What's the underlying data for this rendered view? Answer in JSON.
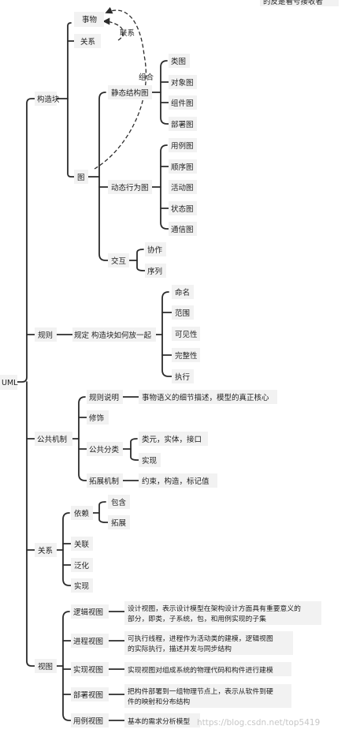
{
  "corner_fragment": "的反是看号接收者",
  "root": "UML",
  "build_blocks": {
    "label": "构造块",
    "thing": "事物",
    "relation": "关系",
    "diagram": "图",
    "association_label": "联系",
    "combine_label": "组合",
    "static": {
      "label": "静态结构图",
      "items": [
        "类图",
        "对象图",
        "组件图",
        "部署图"
      ]
    },
    "dynamic": {
      "label": "动态行为图",
      "items": [
        "用例图",
        "顺序图",
        "活动图",
        "状态图",
        "通信图"
      ]
    },
    "interaction": {
      "label": "交互",
      "items": [
        "协作",
        "序列"
      ]
    }
  },
  "rules": {
    "label": "规则",
    "sub": "规定 构造块如何放一起",
    "items": [
      "命名",
      "范围",
      "可见性",
      "完整性",
      "执行"
    ]
  },
  "mechanisms": {
    "label": "公共机制",
    "spec": {
      "label": "规则说明",
      "desc": "事物语义的细节描述，模型的真正核心"
    },
    "adorn": "修饰",
    "division": {
      "label": "公共分类",
      "items": [
        "类元，实体，接口",
        "实现"
      ]
    },
    "extension": {
      "label": "拓展机制",
      "desc": "约束，构造，标记值"
    }
  },
  "relations": {
    "label": "关系",
    "depend": {
      "label": "依赖",
      "items": [
        "包含",
        "拓展"
      ]
    },
    "items": [
      "关联",
      "泛化",
      "实现"
    ]
  },
  "views": {
    "label": "视图",
    "items": [
      {
        "label": "逻辑视图",
        "desc": [
          "设计视图，表示设计模型在架构设计方面具有重要意义的",
          "部分，即类，子系统，包，和用例实现的子集"
        ]
      },
      {
        "label": "进程视图",
        "desc": [
          "可执行线程，进程作为活动类的建模，逻辑视图",
          "的实际执行，描述并发与同步结构"
        ]
      },
      {
        "label": "实现视图",
        "desc": [
          "实现视图对组成系统的物理代码和构件进行建模"
        ]
      },
      {
        "label": "部署视图",
        "desc": [
          "把构件部署到一组物理节点上，表示从软件到硬",
          "件的映射和分布结构"
        ]
      },
      {
        "label": "用例视图",
        "desc": [
          "基本的需求分析模型"
        ]
      }
    ]
  },
  "watermark": "https://blog.csdn.net/top5419"
}
